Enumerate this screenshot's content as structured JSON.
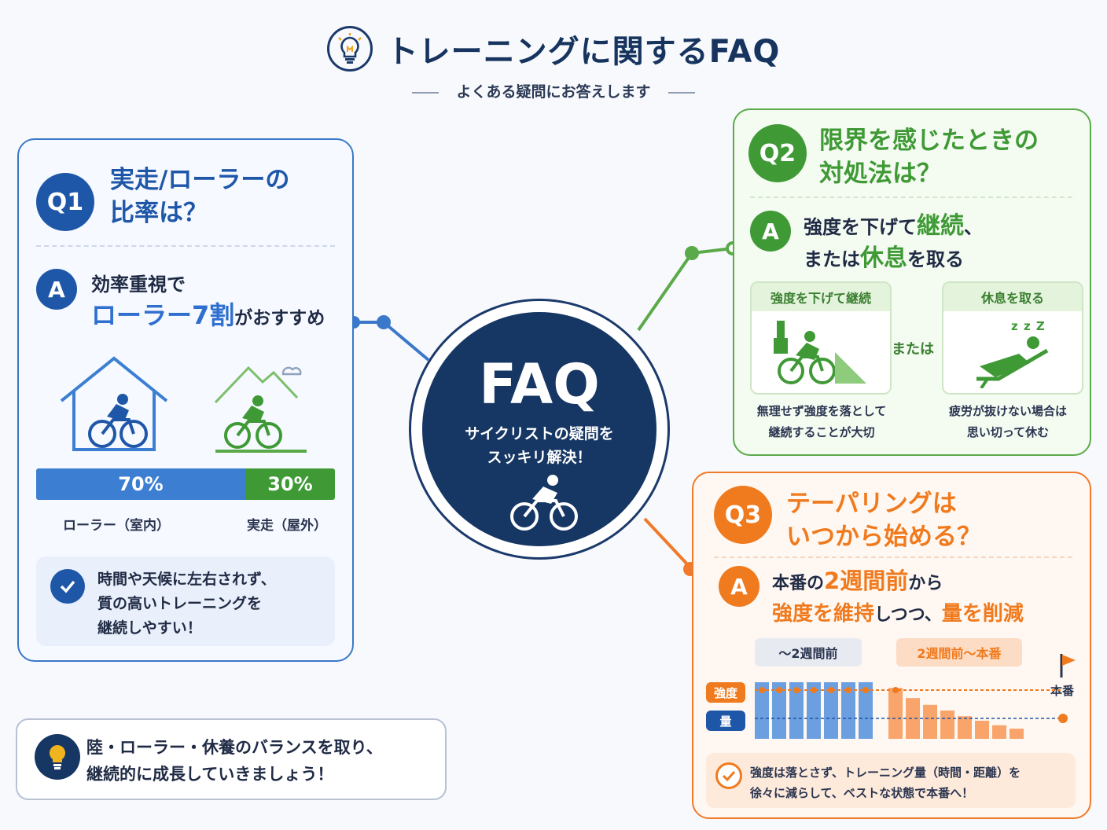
{
  "header": {
    "title": "トレーニングに関するFAQ",
    "subtitle": "よくある疑問にお答えします"
  },
  "center": {
    "title": "FAQ",
    "caption_line1": "サイクリストの疑問を",
    "caption_line2": "スッキリ解決！"
  },
  "q1": {
    "badge": "Q1",
    "title_line1": "実走/ローラーの",
    "title_line2": "比率は？",
    "answer_badge": "A",
    "answer_line1": "効率重視で",
    "answer_highlight": "ローラー7割",
    "answer_rest": "がおすすめ",
    "chart_data": {
      "type": "bar",
      "categories": [
        "ローラー（室内）",
        "実走（屋外）"
      ],
      "values": [
        70,
        30
      ],
      "value_labels": [
        "70%",
        "30%"
      ],
      "colors": [
        "#3c7fd2",
        "#3f9a36"
      ]
    },
    "benefit_line1": "時間や天候に左右されず、",
    "benefit_line2": "質の高いトレーニングを",
    "benefit_line3": "継続しやすい！"
  },
  "q2": {
    "badge": "Q2",
    "title_line1": "限界を感じたときの",
    "title_line2": "対処法は？",
    "answer_badge": "A",
    "answer_a": "強度を下げて",
    "answer_b": "継続",
    "answer_c": "、",
    "answer_d": "または",
    "answer_e": "休息",
    "answer_f": "を取る",
    "option1_head": "強度を下げて継続",
    "option1_desc_line1": "無理せず強度を落として",
    "option1_desc_line2": "継続することが大切",
    "or_label": "または",
    "option2_head": "休息を取る",
    "option2_desc_line1": "疲労が抜けない場合は",
    "option2_desc_line2": "思い切って休む",
    "zzz": "z z Z"
  },
  "q3": {
    "badge": "Q3",
    "title_line1": "テーパリングは",
    "title_line2": "いつから始める？",
    "answer_badge": "A",
    "answer_a": "本番の",
    "answer_b": "2週間前",
    "answer_c": "から",
    "answer_d": "強度を維持",
    "answer_e": "しつつ、",
    "answer_f": "量を削減",
    "phase1": "〜2週間前",
    "phase2": "2週間前〜本番",
    "race_label": "本番",
    "legend_intensity": "強度",
    "legend_volume": "量",
    "chart_data": {
      "type": "bar",
      "series": [
        {
          "name": "量",
          "values": [
            10,
            10,
            10,
            10,
            10,
            10,
            10,
            9,
            7.2,
            6,
            5,
            4,
            3.2,
            2.4,
            1.8
          ]
        }
      ],
      "intensity_constant": true
    },
    "summary_line1": "強度は落とさず、トレーニング量（時間・距離）を",
    "summary_line2": "徐々に減らして、ベストな状態で本番へ！"
  },
  "tip": {
    "line1": "陸・ローラー・休養のバランスを取り、",
    "line2": "継続的に成長していきましょう！"
  },
  "colors": {
    "navy": "#163764",
    "blue": "#1f57a8",
    "green": "#3f9a36",
    "orange": "#f07a1e"
  }
}
